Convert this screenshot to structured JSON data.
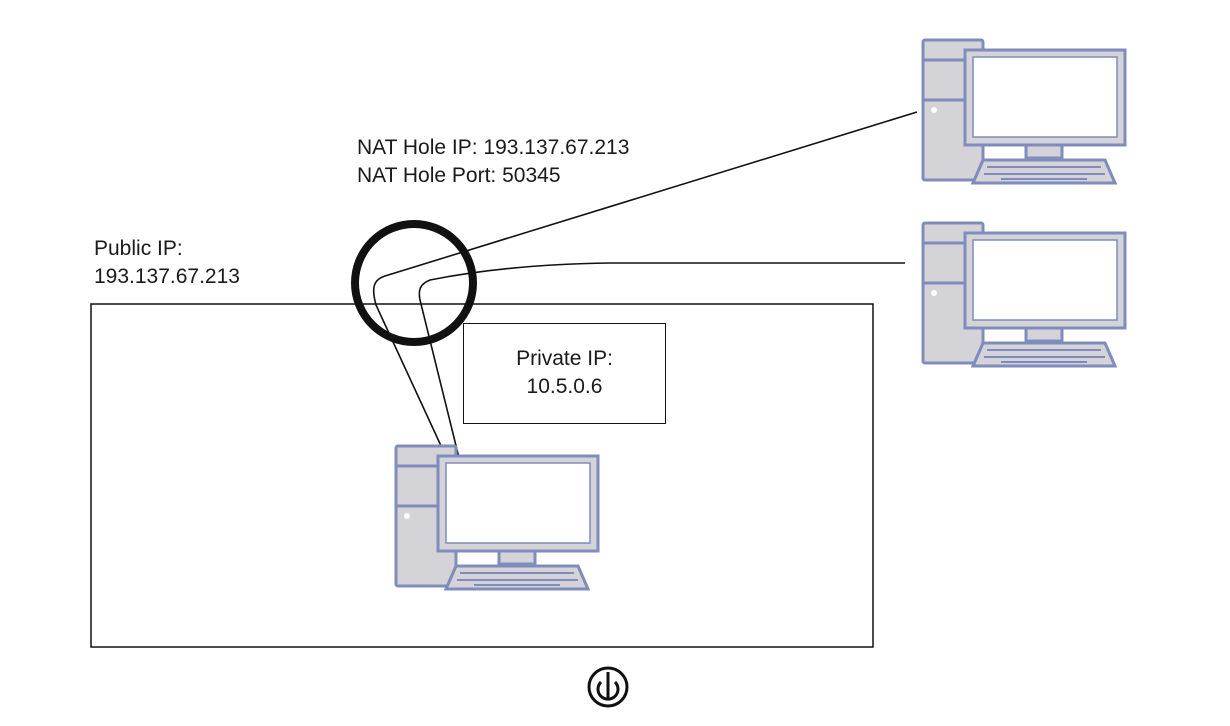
{
  "nat_hole": {
    "ip_line": "NAT Hole IP: 193.137.67.213",
    "port_line": "NAT Hole Port: 50345"
  },
  "public_ip": {
    "label": "Public IP:",
    "value": "193.137.67.213"
  },
  "private_ip": {
    "label": "Private IP:",
    "value": "10.5.0.6"
  },
  "icons": {
    "computer": "desktop-computer-icon",
    "player": "power-play-icon"
  },
  "colors": {
    "computer_fill": "#d3d3d8",
    "computer_stroke": "#7f8cbc",
    "line": "#111111"
  }
}
